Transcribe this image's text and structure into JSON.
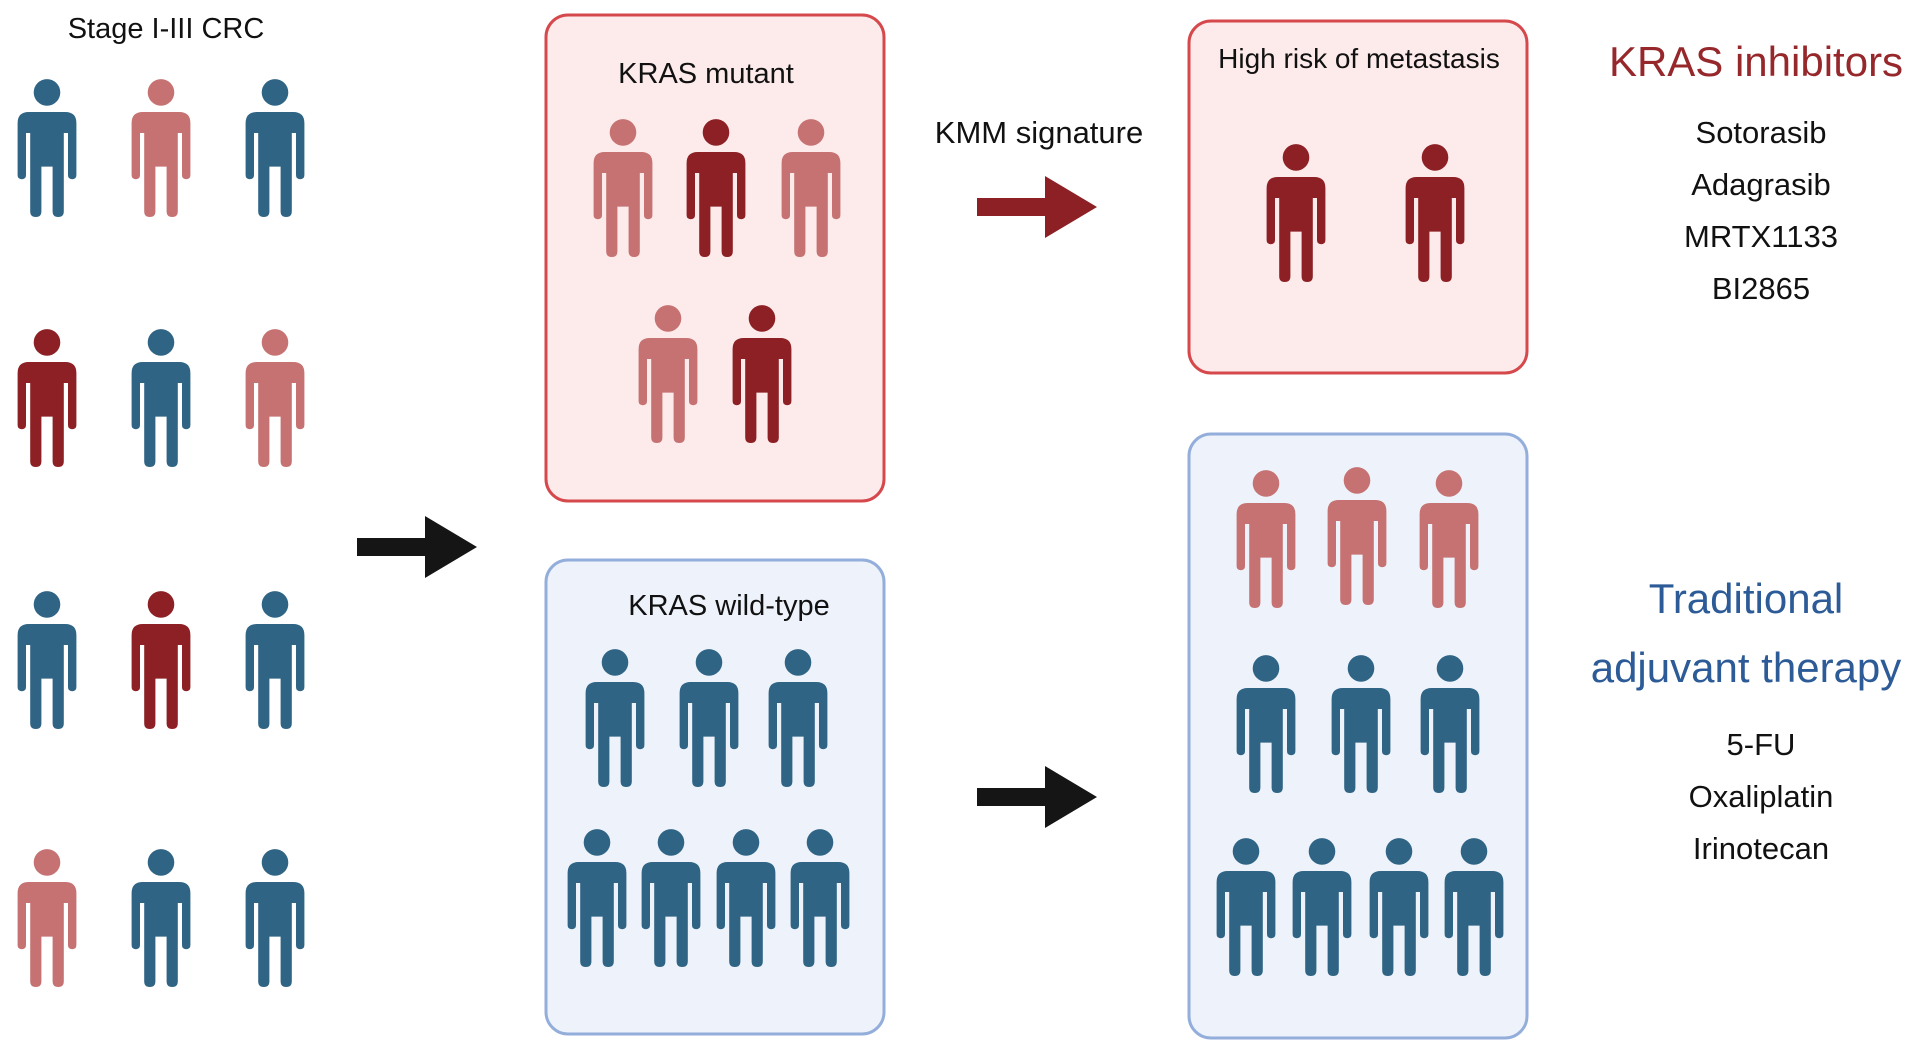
{
  "colors": {
    "blue": "#2f6485",
    "pink": "#c67272",
    "dark_red": "#8c2024",
    "black": "#151515",
    "mutant_box_fill": "#fdeaea",
    "mutant_box_stroke": "#d5484b",
    "wildtype_box_fill": "#eef3fb",
    "wildtype_box_stroke": "#93aedb",
    "red_title": "#96282c",
    "blue_title": "#2c5b97",
    "text": "#111111"
  },
  "cohort": {
    "label": "Stage I-III CRC",
    "grid": [
      [
        "blue",
        "pink",
        "blue"
      ],
      [
        "dark_red",
        "blue",
        "pink"
      ],
      [
        "blue",
        "dark_red",
        "blue"
      ],
      [
        "pink",
        "blue",
        "blue"
      ]
    ]
  },
  "mutant_group": {
    "label": "KRAS mutant",
    "people": [
      "pink",
      "dark_red",
      "pink",
      "pink",
      "dark_red"
    ]
  },
  "wildtype_group": {
    "label": "KRAS wild-type",
    "people": [
      "blue",
      "blue",
      "blue",
      "blue",
      "blue",
      "blue",
      "blue"
    ]
  },
  "signature_arrow_label": "KMM signature",
  "high_risk_group": {
    "label": "High risk of metastasis",
    "people": [
      "dark_red",
      "dark_red"
    ]
  },
  "low_risk_group": {
    "people": [
      "pink",
      "pink",
      "pink",
      "blue",
      "blue",
      "blue",
      "blue",
      "blue",
      "blue",
      "blue"
    ]
  },
  "kras_inhibitors": {
    "title": "KRAS inhibitors",
    "drugs": [
      "Sotorasib",
      "Adagrasib",
      "MRTX1133",
      "BI2865"
    ]
  },
  "traditional_therapy": {
    "title_line1": "Traditional",
    "title_line2": "adjuvant therapy",
    "drugs": [
      "5-FU",
      "Oxaliplatin",
      "Irinotecan"
    ]
  }
}
